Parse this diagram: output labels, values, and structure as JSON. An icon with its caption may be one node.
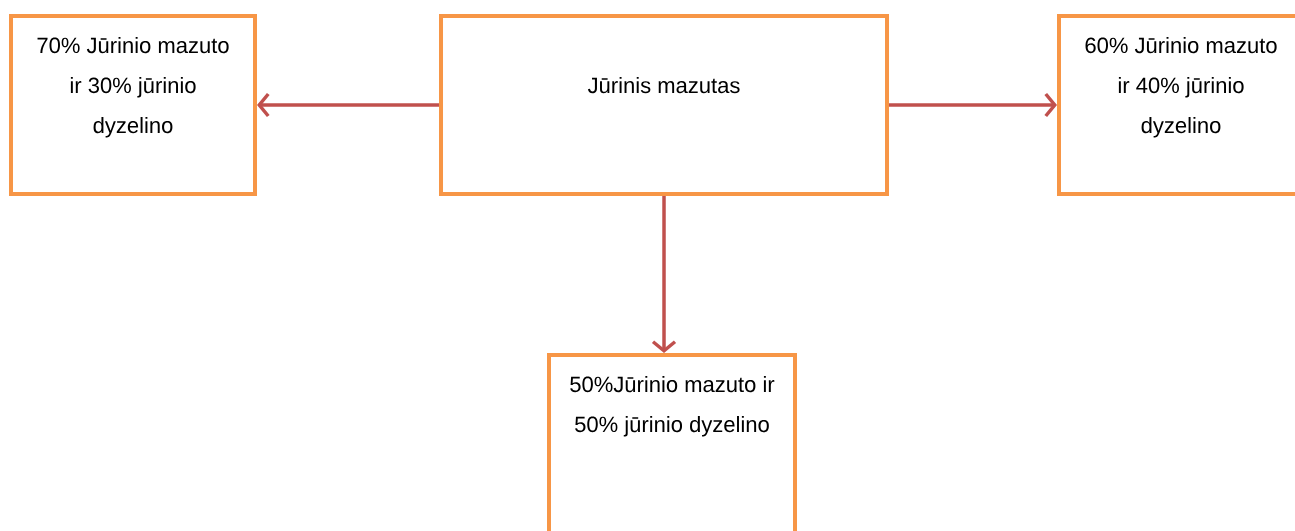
{
  "diagram": {
    "nodes": [
      {
        "text": [
          "70% Jūrinio mazuto ir 30% jūrinio dyzelino"
        ]
      },
      {
        "text": [
          "Jūrinis mazutas"
        ]
      },
      {
        "text": [
          "60% Jūrinio mazuto ir 40% jūrinio dyzelino"
        ]
      },
      {
        "text": [
          "50%Jūrinio mazuto ir 50% jūrinio dyzelino"
        ]
      }
    ],
    "edges": [
      {
        "from": 1,
        "to": 0,
        "arrow": "to"
      },
      {
        "from": 1,
        "to": 2,
        "arrow": "to"
      },
      {
        "from": 1,
        "to": 3,
        "arrow": "to"
      }
    ]
  }
}
